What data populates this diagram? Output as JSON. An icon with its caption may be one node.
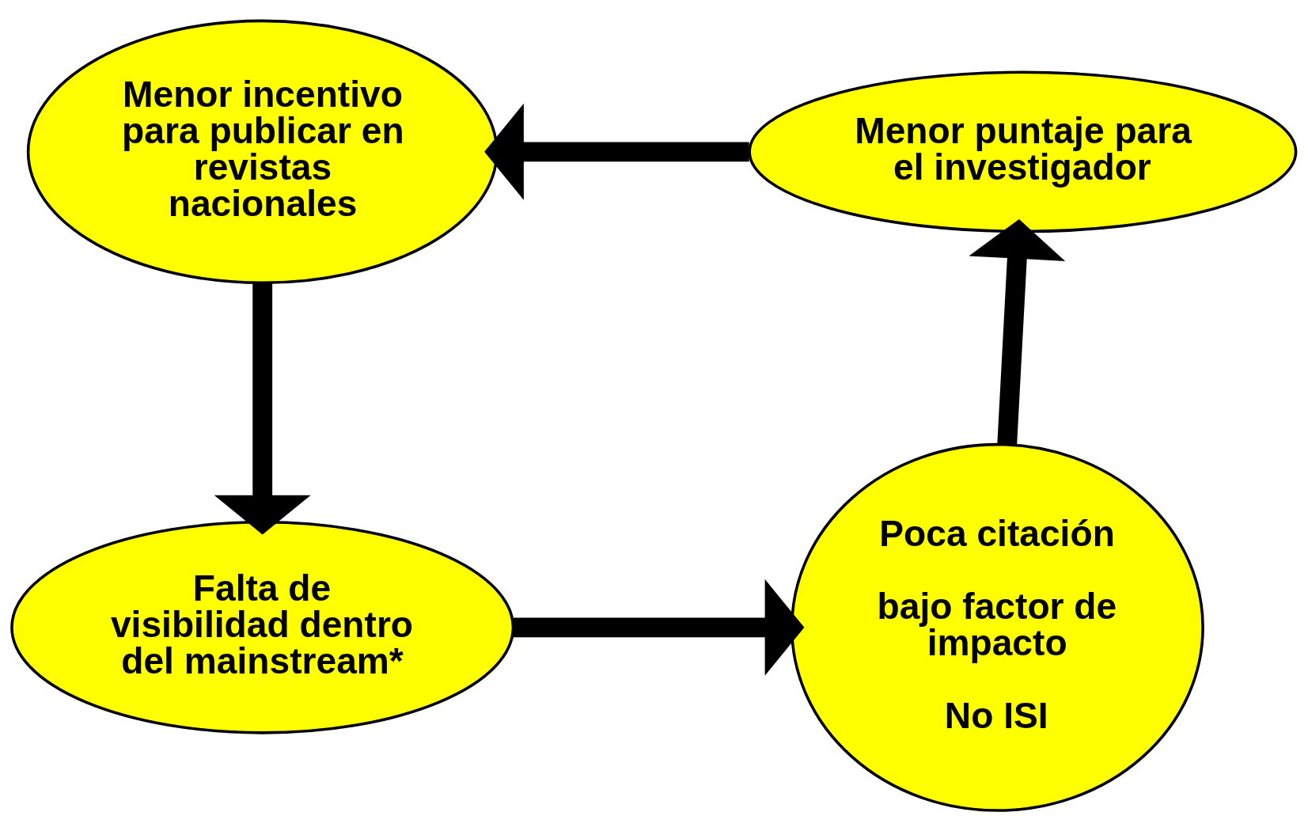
{
  "diagram": {
    "nodes": [
      {
        "text": [
          "Menor incentivo para publicar en revistas nacionales"
        ]
      },
      {
        "text": [
          "Menor puntaje para el investigador"
        ]
      },
      {
        "text": [
          "Falta de visibilidad dentro del mainstream*"
        ]
      },
      {
        "text": [
          "Poca citación",
          "bajo factor de impacto",
          "No ISI"
        ]
      }
    ],
    "edges": [
      {
        "from": 1,
        "to": 0,
        "arrow": "to"
      },
      {
        "from": 0,
        "to": 2,
        "arrow": "to"
      },
      {
        "from": 2,
        "to": 3,
        "arrow": "to"
      },
      {
        "from": 3,
        "to": 1,
        "arrow": "to"
      }
    ]
  }
}
